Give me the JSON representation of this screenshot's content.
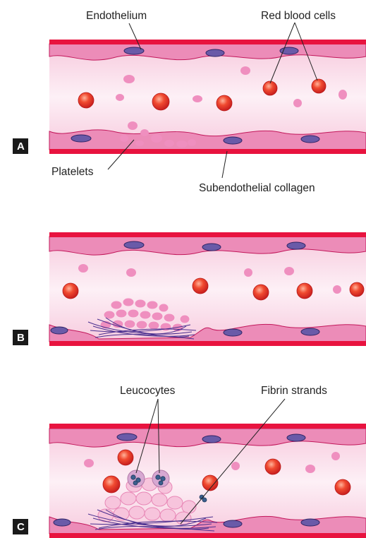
{
  "panels": [
    {
      "letter": "A"
    },
    {
      "letter": "B"
    },
    {
      "letter": "C"
    }
  ],
  "labels": {
    "endothelium": "Endothelium",
    "red_blood_cells": "Red blood cells",
    "platelets": "Platelets",
    "subendothelial_collagen": "Subendothelial collagen",
    "leucocytes": "Leucocytes",
    "fibrin_strands": "Fibrin strands"
  },
  "colors": {
    "vessel_wall": "#e8133f",
    "endothelium": "#e87fb0",
    "lumen": "#fbe3ee",
    "nucleus": "#6a5aa8",
    "red_cell": "#e8322c",
    "platelet": "#ef8fbf",
    "fibrin": "#4a2f8f",
    "leucocyte": "#3b5f8e"
  }
}
